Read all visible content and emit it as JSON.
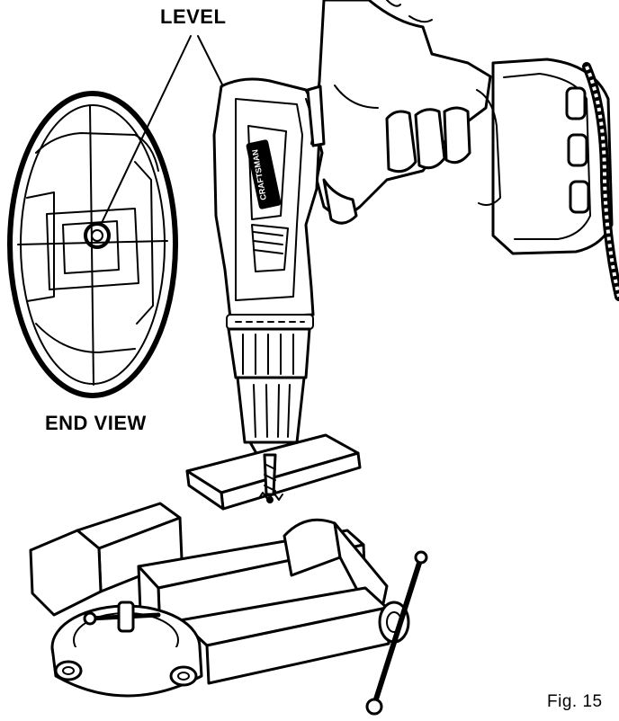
{
  "labels": {
    "level": "LEVEL",
    "end_view": "END VIEW",
    "figure": "Fig. 15"
  },
  "branding": {
    "drill_logo_text": "CRAFTSMAN"
  },
  "colors": {
    "ink": "#000000",
    "paper": "#ffffff"
  }
}
